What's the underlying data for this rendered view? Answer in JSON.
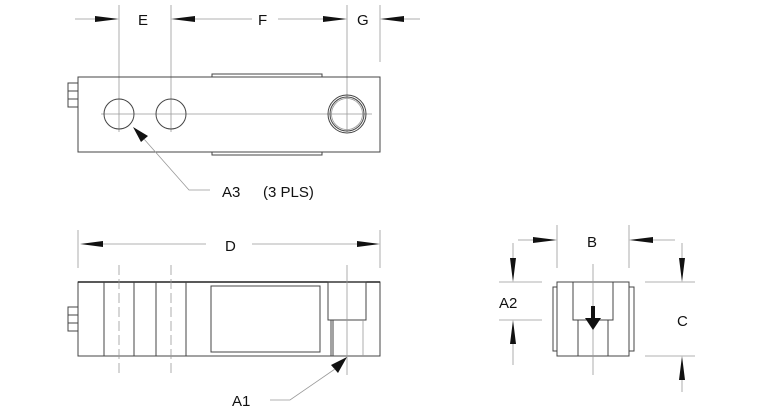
{
  "drawing": {
    "top_view": {
      "dim_labels": {
        "e": "E",
        "f": "F",
        "g": "G"
      },
      "callout": {
        "label": "A3",
        "note": "(3 PLS)"
      }
    },
    "side_view": {
      "dim_labels": {
        "d": "D"
      },
      "callout": {
        "label": "A1"
      }
    },
    "end_view": {
      "dim_labels": {
        "b": "B",
        "a2": "A2",
        "c": "C"
      }
    },
    "colors": {
      "line": "#444444",
      "thin_line": "#999999",
      "arrow": "#111111"
    }
  }
}
